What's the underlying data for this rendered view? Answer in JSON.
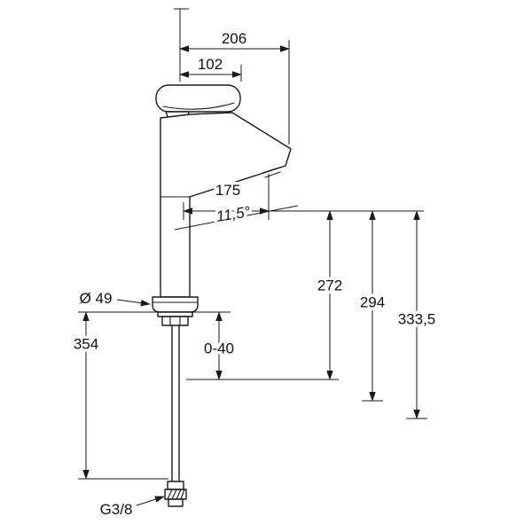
{
  "drawing": {
    "subject": "single-lever tall basin mixer tap, dimensioned side elevation",
    "labels": {
      "width_total": "206",
      "width_handle": "102",
      "spout_reach": "175",
      "spout_angle": "11,5°",
      "height_aerator": "272",
      "height_spout": "294",
      "height_total": "333,5",
      "length_below_deck": "354",
      "base_diameter": "Ø 49",
      "deck_thickness_range": "0-40",
      "connection_thread": "G3/8"
    },
    "colors": {
      "line": "#1a1a1a",
      "background": "#ffffff"
    }
  }
}
